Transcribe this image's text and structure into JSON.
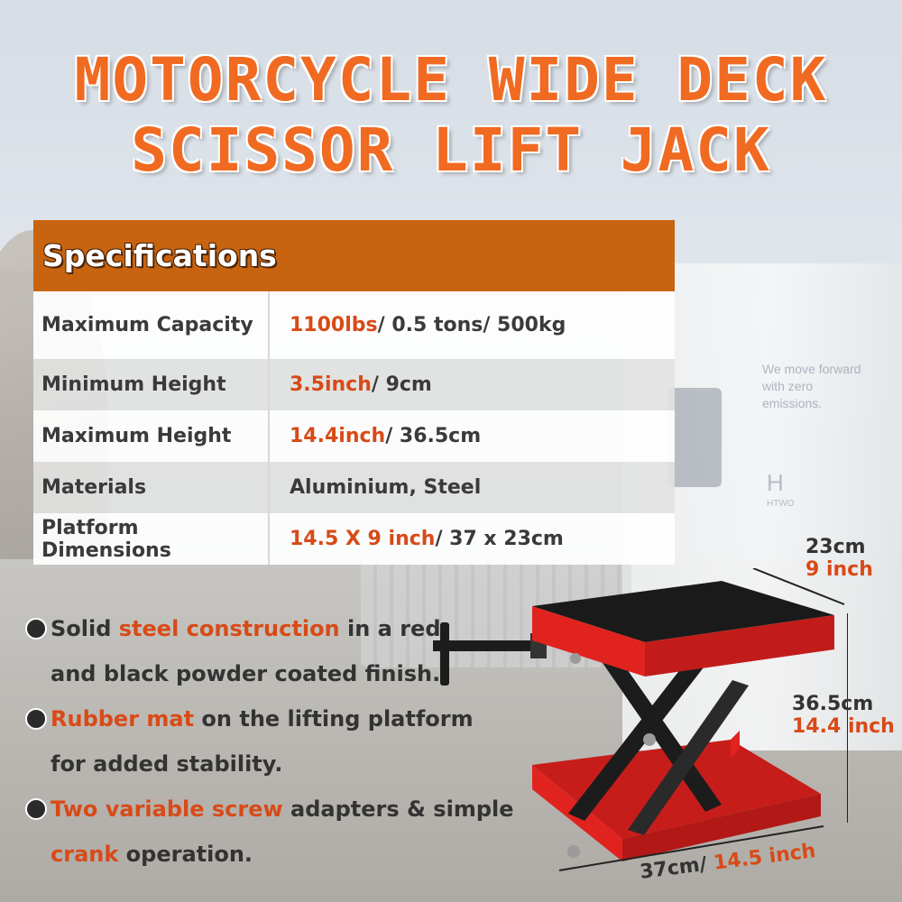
{
  "title": {
    "line1": "MOTORCYCLE WIDE DECK",
    "line2": "SCISSOR LIFT JACK"
  },
  "specifications": {
    "header": "Specifications",
    "rows": [
      {
        "label": "Maximum Capacity",
        "highlight": "1100lbs",
        "rest": "/ 0.5 tons/ 500kg"
      },
      {
        "label": "Minimum Height",
        "highlight": "3.5inch",
        "rest": "/ 9cm"
      },
      {
        "label": "Maximum Height",
        "highlight": "14.4inch",
        "rest": "/ 36.5cm"
      },
      {
        "label": "Materials",
        "highlight": "",
        "rest": "Aluminium, Steel"
      },
      {
        "label": "Platform Dimensions",
        "highlight": "14.5 X 9 inch",
        "rest": "/ 37 x 23cm"
      }
    ]
  },
  "features": [
    {
      "pre": "Solid ",
      "highlight": "steel construction",
      "post": " in a red",
      "line2": "and black powder coated finish."
    },
    {
      "pre": "",
      "highlight": "Rubber mat",
      "post": " on the lifting platform",
      "line2": "for added stability."
    },
    {
      "pre": "",
      "highlight": "Two variable screw",
      "post": " adapters & simple",
      "line2_highlight": "crank",
      "line2": " operation."
    }
  ],
  "dimensions": {
    "width_cm": "23cm",
    "width_in": "9 inch",
    "height_cm": "36.5cm",
    "height_in": "14.4 inch",
    "length_cm": "37cm/ ",
    "length_in": "14.5 inch"
  },
  "background_text": {
    "truck_slogan": "We move forward with zero emissions.",
    "truck_logo": "H",
    "truck_logo_sub": "HTWO"
  },
  "colors": {
    "accent": "#d84a17",
    "title": "#f06a22",
    "header_bar": "#c8640f",
    "jack_red": "#e0231f",
    "jack_black": "#1c1c1c"
  }
}
